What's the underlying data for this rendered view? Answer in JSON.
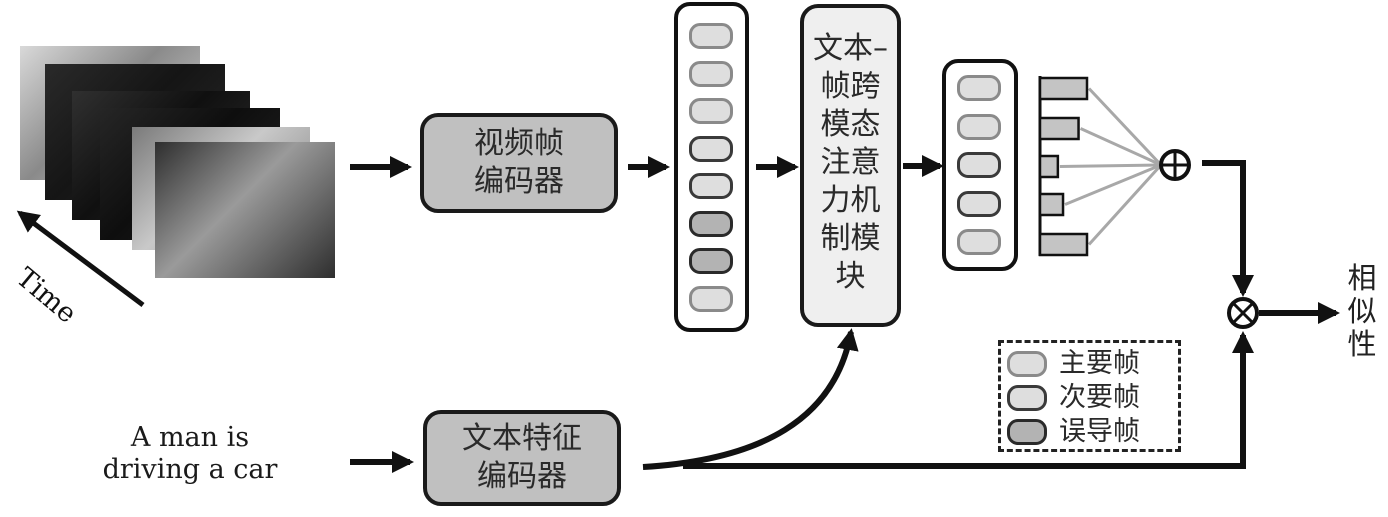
{
  "title": "文本-视频检索框架示意图",
  "video_frames": {
    "count": 6,
    "time_label": "Time",
    "frames": [
      {
        "tone": "#8a8a8a",
        "shade": "#d9d9d9"
      },
      {
        "tone": "#151515",
        "shade": "#2a2a2a"
      },
      {
        "tone": "#101010",
        "shade": "#303030"
      },
      {
        "tone": "#0e0e0e",
        "shade": "#262626"
      },
      {
        "tone": "#c9c9c9",
        "shade": "#7a7a7a"
      },
      {
        "tone": "#9a9a9a",
        "shade": "#2e2e2e"
      }
    ]
  },
  "video_encoder": {
    "lines": [
      "视频帧",
      "编码器"
    ]
  },
  "text_encoder": {
    "lines": [
      "文本特征",
      "编码器"
    ]
  },
  "text_query": {
    "lines": [
      "A man is",
      "driving a car"
    ]
  },
  "frame_features": {
    "tokens": [
      "primary",
      "primary",
      "primary",
      "secondary",
      "secondary",
      "misleading",
      "misleading",
      "primary"
    ]
  },
  "attention_module": {
    "lines": [
      "文本–",
      "帧跨",
      "模态",
      "注意",
      "力机",
      "制模",
      "块"
    ]
  },
  "filtered_features": {
    "tokens": [
      "primary",
      "primary",
      "secondary",
      "secondary",
      "primary"
    ]
  },
  "attention_weights": [
    1.0,
    0.82,
    0.38,
    0.49,
    1.0
  ],
  "aggregate_symbol": "⊕",
  "similarity_symbol": "⊗",
  "output_label": [
    "相",
    "似",
    "性"
  ],
  "legend": {
    "items": [
      {
        "type": "primary",
        "label": "主要帧"
      },
      {
        "type": "secondary",
        "label": "次要帧"
      },
      {
        "type": "misleading",
        "label": "误导帧"
      }
    ]
  },
  "colors": {
    "encoder_fill": "#c0c0c0",
    "attention_fill": "#efefef",
    "bar_fill": "#c4c4c4",
    "weight_line": "#a8a8a8",
    "stroke": "#111111"
  }
}
